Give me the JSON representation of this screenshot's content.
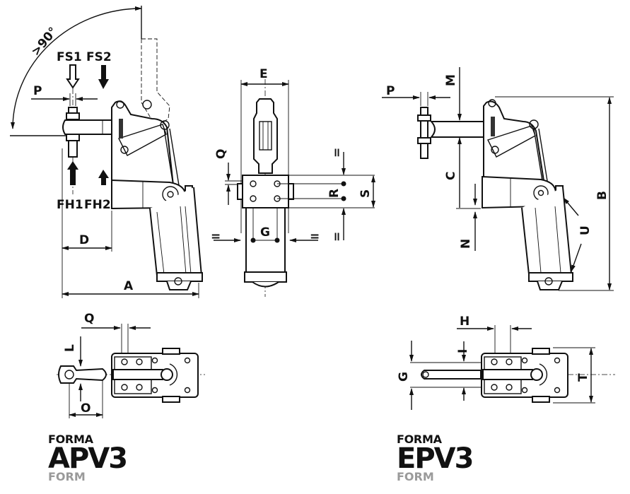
{
  "drawing": {
    "angle_label": ">90°",
    "side_view_apv": {
      "labels": {
        "fs1": "FS1",
        "fs2": "FS2",
        "fh1": "FH1",
        "fh2": "FH2",
        "p": "P",
        "d": "D",
        "a": "A"
      }
    },
    "front_view": {
      "labels": {
        "e": "E",
        "q": "Q",
        "r": "R",
        "s": "S",
        "g": "G",
        "eq": "="
      }
    },
    "side_view_epv": {
      "labels": {
        "p": "P",
        "m": "M",
        "c": "C",
        "n": "N",
        "b": "B",
        "u": "U"
      }
    },
    "top_view_apv": {
      "labels": {
        "q": "Q",
        "l": "L",
        "o": "O"
      }
    },
    "top_view_epv": {
      "labels": {
        "h": "H",
        "i": "I",
        "g": "G",
        "t": "T"
      }
    }
  },
  "captions": [
    {
      "prefix": "FORMA",
      "model": "APV3",
      "suffix": "FORM"
    },
    {
      "prefix": "FORMA",
      "model": "EPV3",
      "suffix": "FORM"
    }
  ],
  "colors": {
    "ink": "#111111",
    "caption_grey": "#9a9a9a",
    "background": "#ffffff"
  }
}
